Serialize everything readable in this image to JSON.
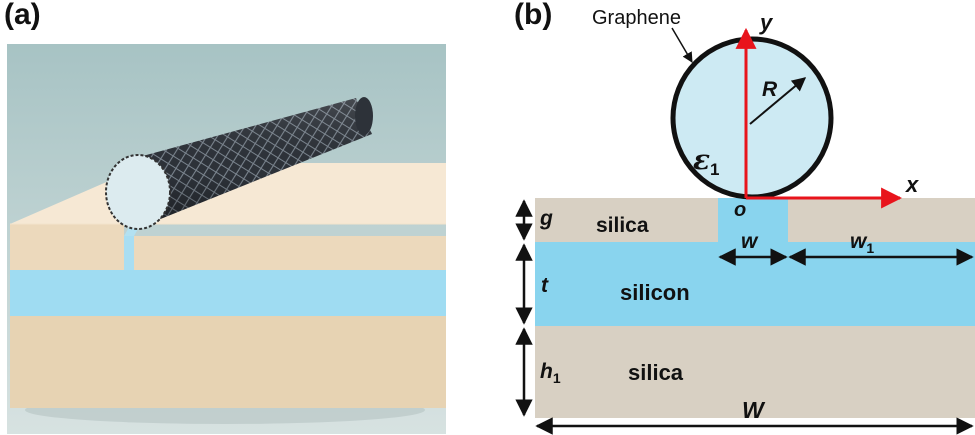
{
  "panel_a": {
    "label": "(a)"
  },
  "panel_b": {
    "label": "(b)",
    "graphene_label": "Graphene",
    "axis_y": "y",
    "axis_x": "x",
    "radius_label": "R",
    "epsilon_label": "ε",
    "epsilon_sub": "1",
    "origin_label": "o",
    "layers": {
      "gap": {
        "dim": "g",
        "material": "silica"
      },
      "core": {
        "dim": "t",
        "material": "silicon"
      },
      "substrate": {
        "dim": "h",
        "dim_sub": "1",
        "material": "silica"
      }
    },
    "slot_width_label": "w",
    "side_width_label": "w",
    "side_width_sub": "1",
    "total_width_label": "W"
  },
  "colors": {
    "silica": "#d8d0c3",
    "silicon": "#89d4ee",
    "circle_fill": "#cdeaf3",
    "axis_red": "#e8141c",
    "sand_3d": "#ecd9bc",
    "blue_3d": "#9fdcf2"
  }
}
